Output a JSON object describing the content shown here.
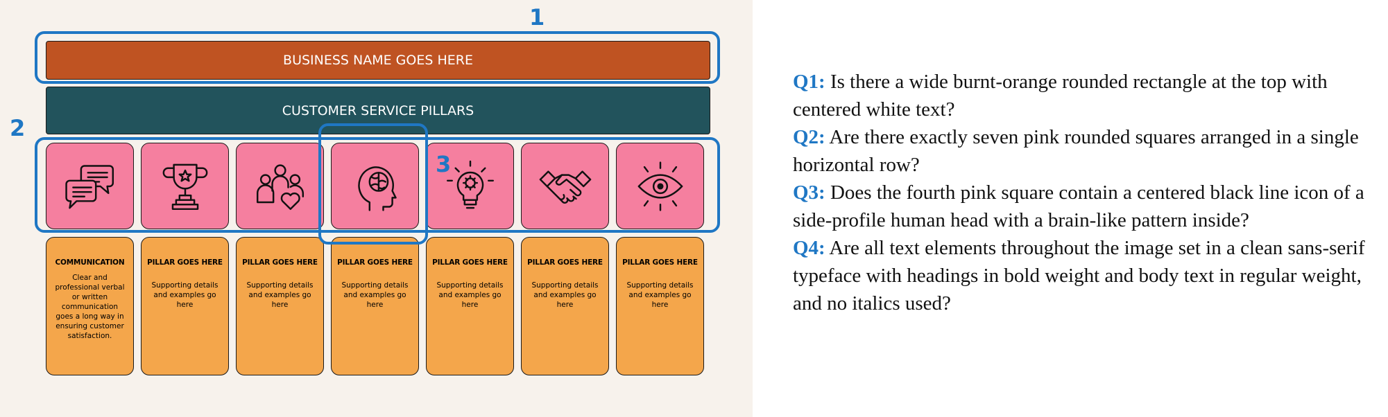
{
  "poster": {
    "title": "BUSINESS NAME GOES HERE",
    "subtitle": "CUSTOMER SERVICE PILLARS",
    "colors": {
      "background": "#f7f2ec",
      "title_bar": "#bf5322",
      "subtitle_bar": "#22535c",
      "tile": "#f57f9f",
      "card": "#f4a64b",
      "highlight": "#1f77c4"
    },
    "tiles": [
      {
        "icon": "chat-bubbles-icon"
      },
      {
        "icon": "trophy-icon"
      },
      {
        "icon": "people-heart-icon"
      },
      {
        "icon": "head-brain-icon"
      },
      {
        "icon": "lightbulb-gear-icon"
      },
      {
        "icon": "handshake-icon"
      },
      {
        "icon": "eye-icon"
      }
    ],
    "cards": [
      {
        "title": "COMMUNICATION",
        "body": "Clear and professional verbal or written communication goes a long way in ensuring customer satisfaction."
      },
      {
        "title": "PILLAR GOES HERE",
        "body": "Supporting details and examples go here"
      },
      {
        "title": "PILLAR GOES HERE",
        "body": "Supporting details and examples go here"
      },
      {
        "title": "PILLAR GOES HERE",
        "body": "Supporting details and examples go here"
      },
      {
        "title": "PILLAR GOES HERE",
        "body": "Supporting details and examples go here"
      },
      {
        "title": "PILLAR GOES HERE",
        "body": "Supporting details and examples go here"
      },
      {
        "title": "PILLAR GOES HERE",
        "body": "Supporting details and examples go here"
      }
    ]
  },
  "highlights": [
    {
      "label": "1"
    },
    {
      "label": "2"
    },
    {
      "label": "3"
    }
  ],
  "questions": [
    {
      "num": "Q1:",
      "text": "Is there a wide burnt-orange rounded rectangle at the top with centered white text?"
    },
    {
      "num": "Q2:",
      "text": "Are there exactly seven pink rounded squares arranged in a single horizontal row?"
    },
    {
      "num": "Q3:",
      "text": "Does the fourth pink square contain a centered black line icon of a side-profile human head with a brain-like pattern inside?"
    },
    {
      "num": "Q4:",
      "text": "Are all text elements throughout the image set in a clean sans-serif typeface with headings in bold weight and body text in regular weight, and no italics used?"
    }
  ]
}
